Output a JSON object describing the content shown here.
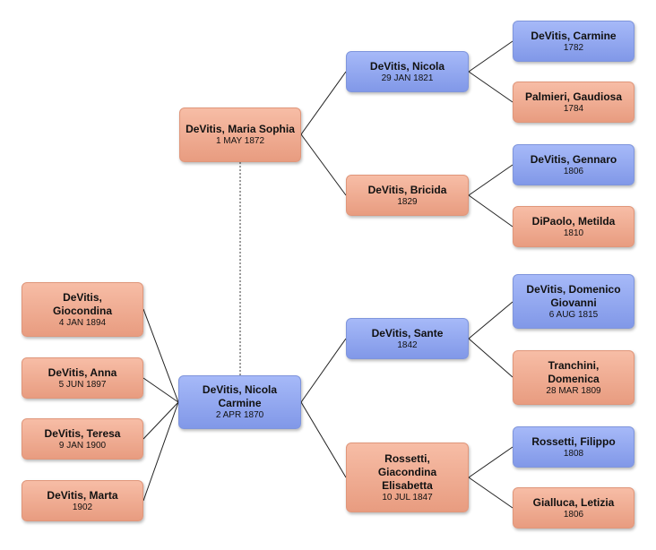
{
  "people": {
    "maria": {
      "name": "DeVitis, Maria Sophia",
      "date": "1 MAY 1872",
      "sex": "female"
    },
    "nicola_c": {
      "name": "DeVitis, Nicola Carmine",
      "date": "2 APR 1870",
      "sex": "male"
    },
    "giocondina": {
      "name": "DeVitis, Giocondina",
      "date": "4 JAN 1894",
      "sex": "female"
    },
    "anna": {
      "name": "DeVitis, Anna",
      "date": "5 JUN 1897",
      "sex": "female"
    },
    "teresa": {
      "name": "DeVitis, Teresa",
      "date": "9 JAN 1900",
      "sex": "female"
    },
    "marta": {
      "name": "DeVitis, Marta",
      "date": "1902",
      "sex": "female"
    },
    "nicola": {
      "name": "DeVitis, Nicola",
      "date": "29 JAN 1821",
      "sex": "male"
    },
    "bricida": {
      "name": "DeVitis, Bricida",
      "date": "1829",
      "sex": "female"
    },
    "sante": {
      "name": "DeVitis, Sante",
      "date": "1842",
      "sex": "male"
    },
    "rossetti_g": {
      "name": "Rossetti, Giacondina Elisabetta",
      "date": "10 JUL 1847",
      "sex": "female"
    },
    "carmine": {
      "name": "DeVitis, Carmine",
      "date": "1782",
      "sex": "male"
    },
    "gaudiosa": {
      "name": "Palmieri, Gaudiosa",
      "date": "1784",
      "sex": "female"
    },
    "gennaro": {
      "name": "DeVitis, Gennaro",
      "date": "1806",
      "sex": "male"
    },
    "metilda": {
      "name": "DiPaolo, Metilda",
      "date": "1810",
      "sex": "female"
    },
    "domenico": {
      "name": "DeVitis, Domenico Giovanni",
      "date": "6 AUG 1815",
      "sex": "male"
    },
    "tranchini": {
      "name": "Tranchini, Domenica",
      "date": "28 MAR 1809",
      "sex": "female"
    },
    "filippo": {
      "name": "Rossetti, Filippo",
      "date": "1808",
      "sex": "male"
    },
    "letizia": {
      "name": "Gialluca, Letizia",
      "date": "1806",
      "sex": "female"
    }
  },
  "colors": {
    "male": "#8fa4ee",
    "female": "#eea68b",
    "line": "#222222",
    "spouse_line": "#666666"
  }
}
